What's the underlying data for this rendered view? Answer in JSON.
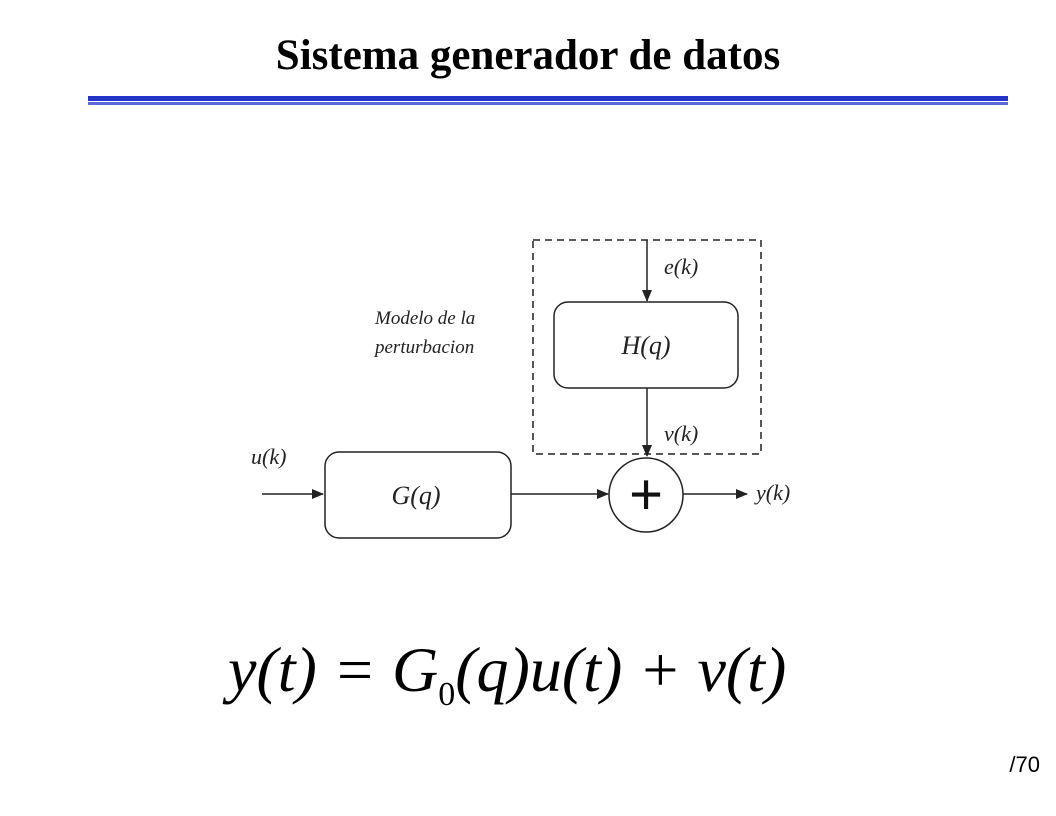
{
  "title": "Sistema generador de datos",
  "colors": {
    "rule_top": "#2433c8",
    "rule_bottom": "#5c6ad9",
    "stroke": "#222222"
  },
  "diagram": {
    "noise_box_label_line1": "Modelo de la",
    "noise_box_label_line2": "perturbacion",
    "plant_block": "G(q)",
    "noise_block": "H(q)",
    "input_signal": "u(k)",
    "noise_source": "e(k)",
    "noise_signal": "v(k)",
    "output_signal": "y(k)",
    "sum_symbol": "+"
  },
  "equation": "y(t) = G0(q)u(t) + v(t)",
  "page_number": "/70"
}
